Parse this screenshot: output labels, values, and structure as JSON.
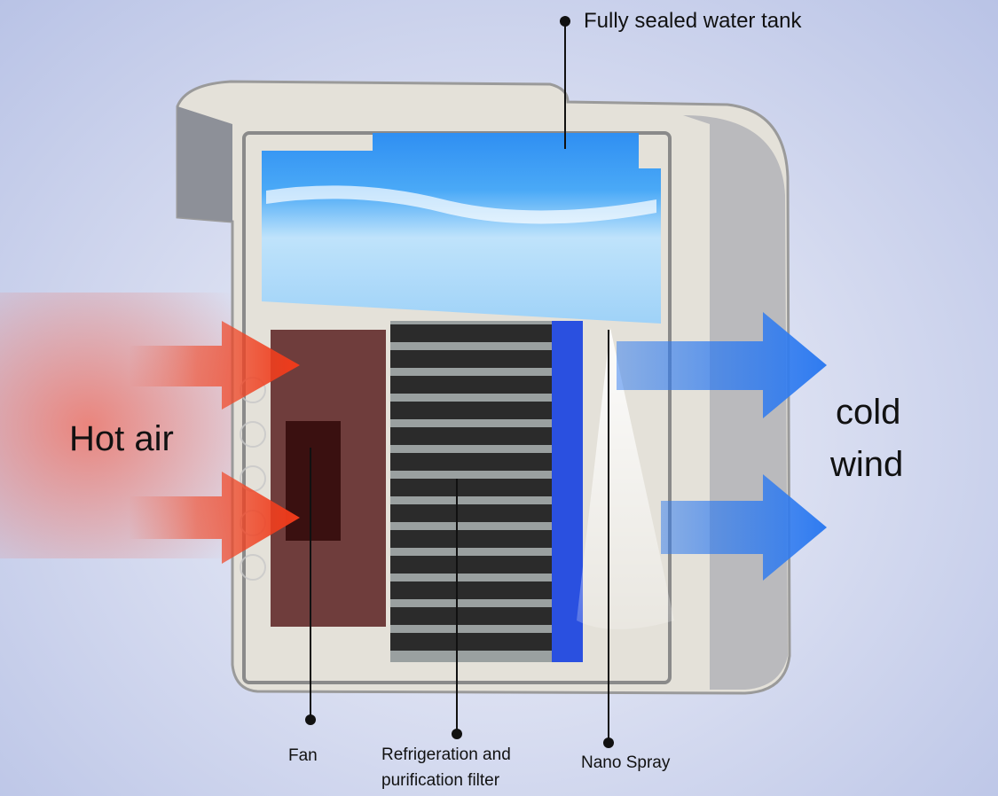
{
  "labels": {
    "water_tank": "Fully sealed water tank",
    "hot_air": "Hot air",
    "cold_wind_line1": "cold",
    "cold_wind_line2": "wind",
    "fan": "Fan",
    "filter_line1": "Refrigeration and",
    "filter_line2": "purification filter",
    "nano_spray": "Nano Spray"
  },
  "colors": {
    "hot_arrow": "#f03a1a",
    "cold_arrow": "#2f7bf0",
    "water": "#3a9ef5",
    "filter": "#2b2b2b",
    "housing": "#e7e4dc"
  }
}
